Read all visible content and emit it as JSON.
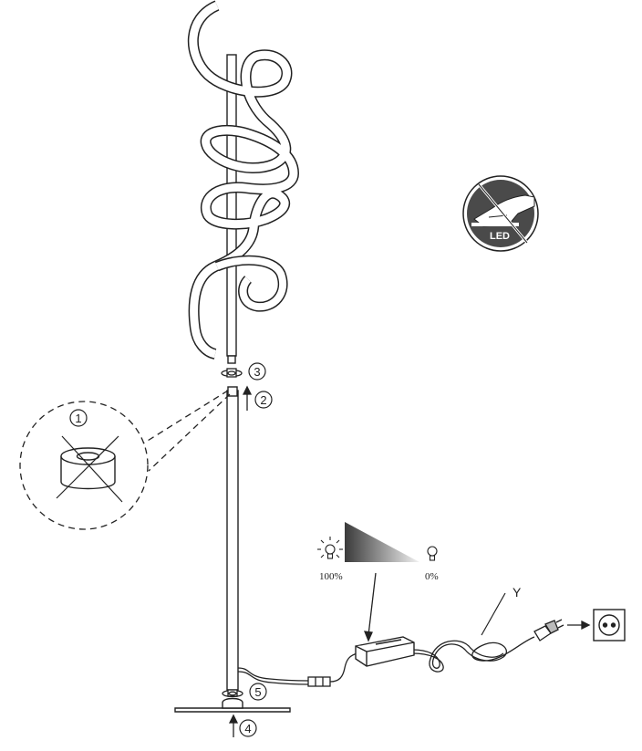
{
  "callouts": {
    "c1": "1",
    "c2": "2",
    "c3": "3",
    "c4": "4",
    "c5": "5"
  },
  "dimmer": {
    "max_label": "100%",
    "min_label": "0%",
    "gradient_dark": "#3a3a3a",
    "gradient_light": "#f2f2f2"
  },
  "cable_label": "Y",
  "no_touch_badge": {
    "text": "LED",
    "icon": "no-touch-led-icon"
  },
  "colors": {
    "line": "#222222",
    "badge_fill": "#4a4a4a"
  }
}
